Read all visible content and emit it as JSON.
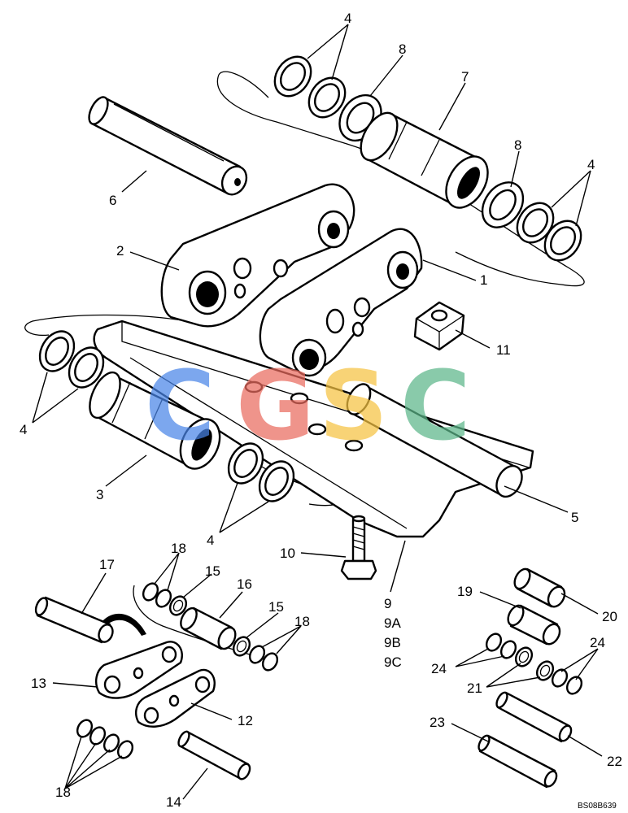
{
  "watermark": {
    "letters": [
      "C",
      "G",
      "S",
      "C"
    ],
    "colors": [
      "#4a86e8",
      "#ea6b5f",
      "#f6c342",
      "#5cb78a"
    ]
  },
  "callouts": {
    "c1": "1",
    "c2": "2",
    "c3": "3",
    "c4a": "4",
    "c4b": "4",
    "c4c": "4",
    "c4d": "4",
    "c5": "5",
    "c6": "6",
    "c7": "7",
    "c8a": "8",
    "c8b": "8",
    "c9": "9",
    "c9a": "9A",
    "c9b": "9B",
    "c9c": "9C",
    "c10": "10",
    "c11": "11",
    "c12": "12",
    "c13": "13",
    "c14": "14",
    "c15a": "15",
    "c15b": "15",
    "c16": "16",
    "c17": "17",
    "c18a": "18",
    "c18b": "18",
    "c18c": "18",
    "c19": "19",
    "c20": "20",
    "c21": "21",
    "c22": "22",
    "c23": "23",
    "c24a": "24",
    "c24b": "24"
  },
  "drawing_code": "BS08B639"
}
